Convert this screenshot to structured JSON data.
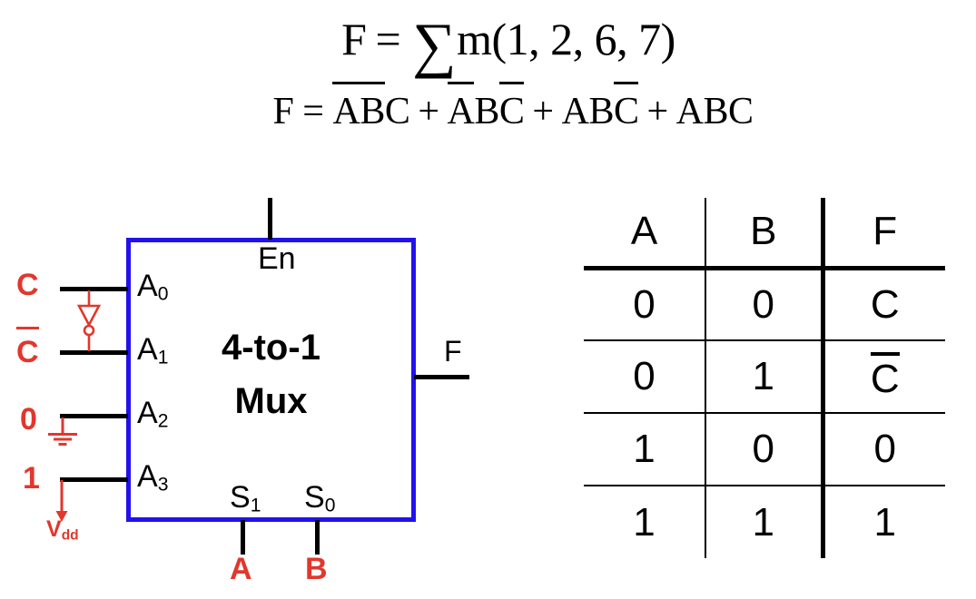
{
  "colors": {
    "accent_red": "#E1372D",
    "box_blue": "#2211EE",
    "ink": "#000000"
  },
  "equations": {
    "minterm": {
      "lhs": "F",
      "equals": "=",
      "sigma": "∑",
      "rhs": "m(1, 2, 6, 7)"
    },
    "sop": {
      "lhs": "F",
      "equals": "=",
      "plus": "+",
      "terms": [
        {
          "segments": [
            {
              "t": "A",
              "bar": true
            },
            {
              "t": "B",
              "bar": true
            },
            {
              "t": "C",
              "bar": false
            }
          ]
        },
        {
          "segments": [
            {
              "t": "A",
              "bar": true
            },
            {
              "t": "B",
              "bar": false
            },
            {
              "t": "C",
              "bar": true
            }
          ]
        },
        {
          "segments": [
            {
              "t": "A",
              "bar": false
            },
            {
              "t": "B",
              "bar": false
            },
            {
              "t": "C",
              "bar": true
            }
          ]
        },
        {
          "segments": [
            {
              "t": "A",
              "bar": false
            },
            {
              "t": "B",
              "bar": false
            },
            {
              "t": "C",
              "bar": false
            }
          ]
        }
      ]
    }
  },
  "mux": {
    "title_line1": "4-to-1",
    "title_line2": "Mux",
    "pins": {
      "enable": "En",
      "output": "F",
      "inputs": [
        {
          "name": "A",
          "sub": "0"
        },
        {
          "name": "A",
          "sub": "1"
        },
        {
          "name": "A",
          "sub": "2"
        },
        {
          "name": "A",
          "sub": "3"
        }
      ],
      "selects": [
        {
          "name": "S",
          "sub": "1"
        },
        {
          "name": "S",
          "sub": "0"
        }
      ]
    },
    "signals": {
      "a0_input": "C",
      "a1_input": "C",
      "a1_input_bar": true,
      "a2_input": "0",
      "a3_input": "1",
      "vdd_name": "V",
      "vdd_sub": "dd",
      "s1_input": "A",
      "s0_input": "B"
    }
  },
  "truth_table": {
    "headers": [
      "A",
      "B",
      "F"
    ],
    "rows": [
      [
        {
          "t": "0"
        },
        {
          "t": "0"
        },
        {
          "t": "C"
        }
      ],
      [
        {
          "t": "0"
        },
        {
          "t": "1"
        },
        {
          "t": "C",
          "bar": true
        }
      ],
      [
        {
          "t": "1"
        },
        {
          "t": "0"
        },
        {
          "t": "0"
        }
      ],
      [
        {
          "t": "1"
        },
        {
          "t": "1"
        },
        {
          "t": "1"
        }
      ]
    ]
  }
}
